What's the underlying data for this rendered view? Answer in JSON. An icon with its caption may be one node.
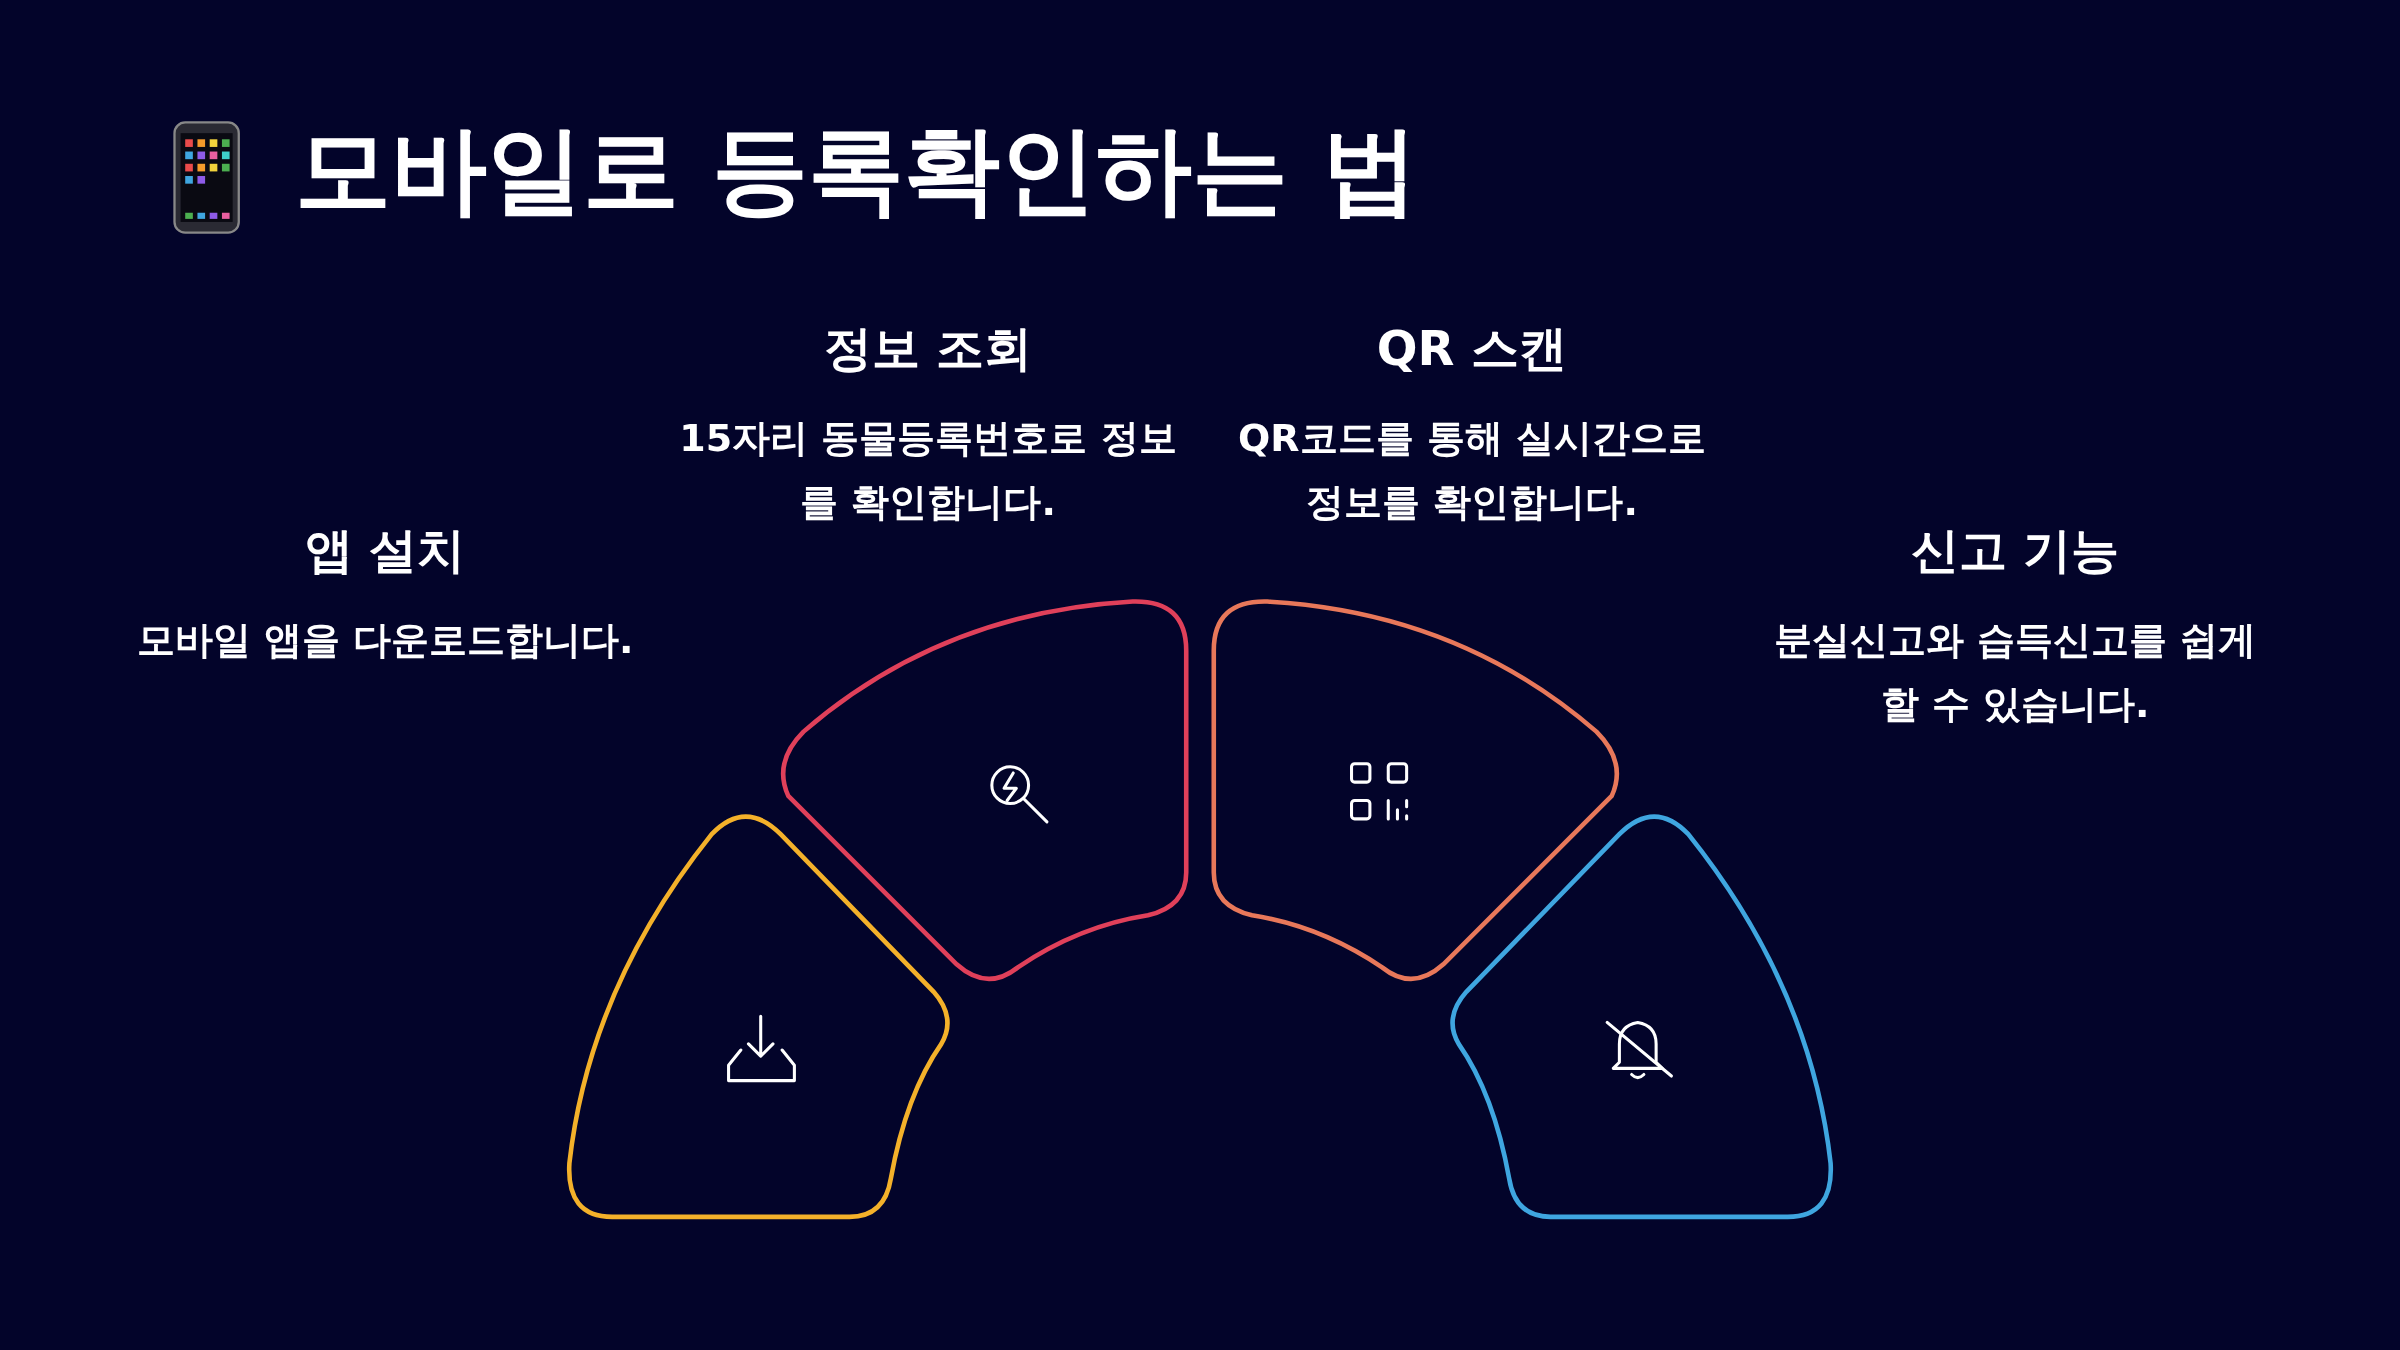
{
  "diagram": {
    "title": "모바일로 등록확인하는 법",
    "nodes": [
      {
        "text": [
          "앱 설치",
          "모바일 앱을 다운로드합니다."
        ]
      },
      {
        "text": [
          "정보 조회",
          "15자리 동물등록번호로 정보를 확인합니다."
        ]
      },
      {
        "text": [
          "QR 스캔",
          "QR코드를 통해 실시간으로 정보를 확인합니다."
        ]
      },
      {
        "text": [
          "신고 기능",
          "분실신고와 습득신고를 쉽게 할 수 있습니다."
        ]
      }
    ]
  }
}
